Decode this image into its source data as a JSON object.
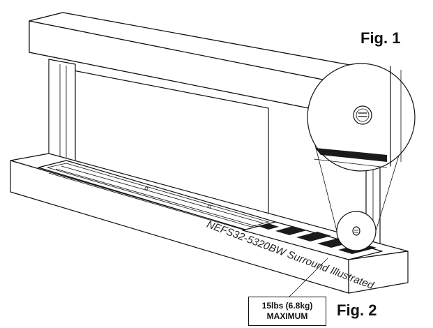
{
  "figures": {
    "fig1_label": "Fig. 1",
    "fig2_label": "Fig. 2"
  },
  "caption": "NEFS32-5320BW Surround Illustrated",
  "weight_label": {
    "line1": "15lbs (6.8kg)",
    "line2": "MAXIMUM"
  },
  "colors": {
    "line": "#111111",
    "stripe": "#1a1a1a",
    "background": "#ffffff"
  }
}
